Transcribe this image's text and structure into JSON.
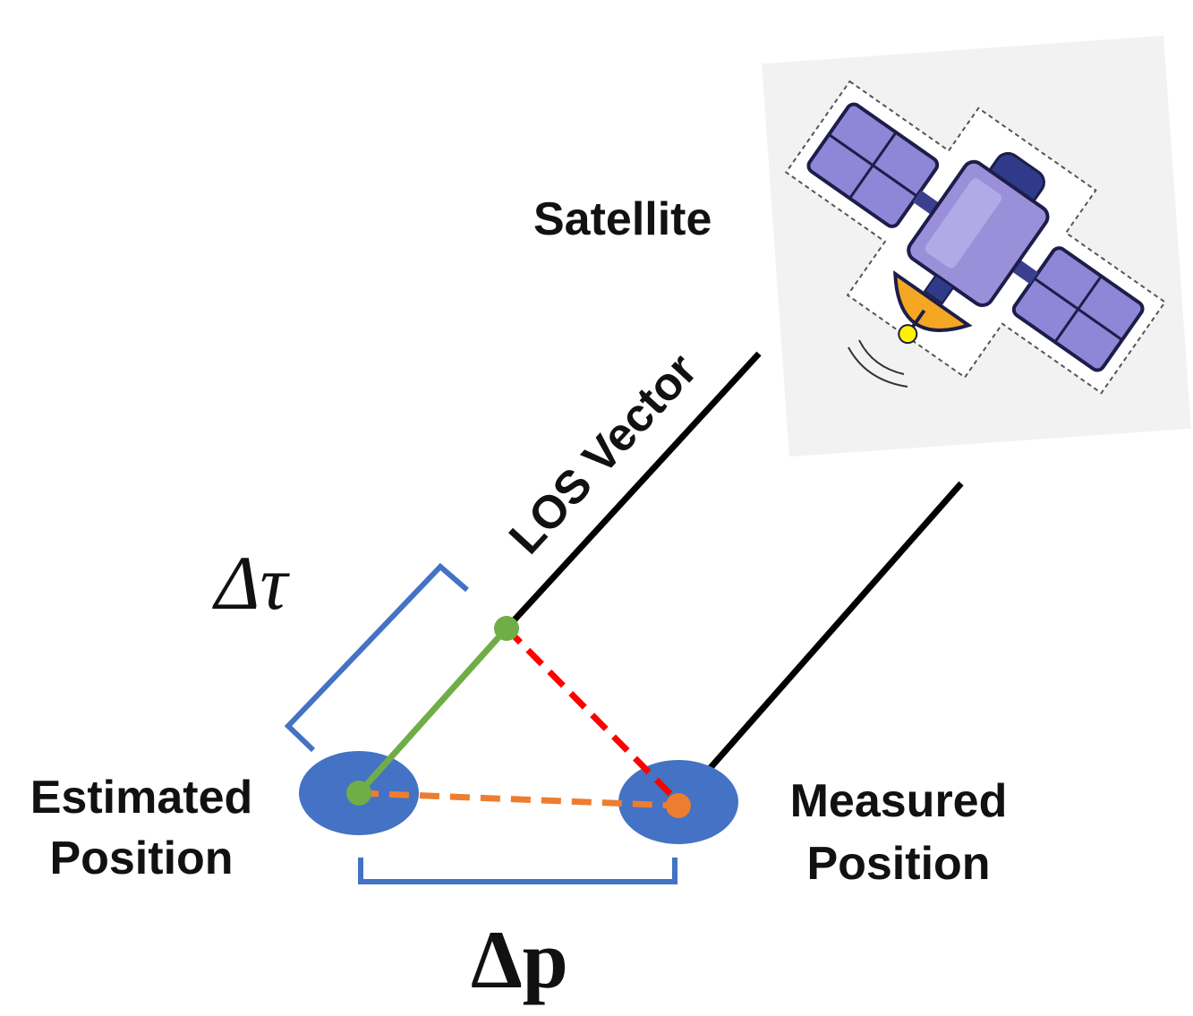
{
  "labels": {
    "satellite": "Satellite",
    "los_vector": "LOS Vector",
    "delta_tau": "Δτ",
    "delta_p": "Δp",
    "estimated_line1": "Estimated",
    "estimated_line2": "Position",
    "measured_line1": "Measured",
    "measured_line2": "Position"
  },
  "colors": {
    "ellipse_fill": "#4472C4",
    "bracket": "#4472C4",
    "los_line": "#000000",
    "green_segment": "#70AD47",
    "red_dashed": "#FF0000",
    "orange_dashed": "#ED7D31",
    "satellite_panel": "#8E86D6",
    "satellite_body": "#9A90DA",
    "satellite_dish": "#F5A623"
  },
  "icons": {
    "satellite": "satellite-icon"
  }
}
